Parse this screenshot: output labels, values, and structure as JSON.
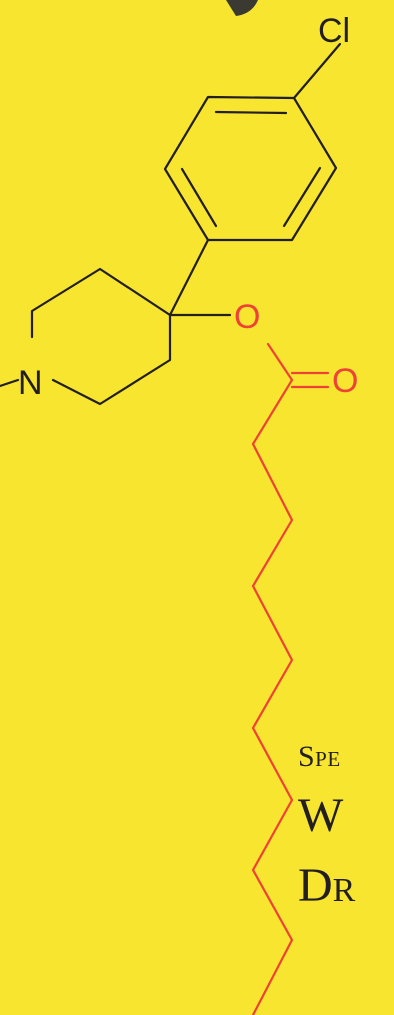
{
  "molecule": {
    "atoms": {
      "chlorine": "Cl",
      "ester_oxygen": "O",
      "carbonyl_oxygen": "O",
      "nitrogen": "N"
    },
    "colors": {
      "background": "#f7e52f",
      "skeleton": "#231f20",
      "chain": "#ef4136"
    }
  },
  "caption": {
    "line1": "Spe",
    "line2": "W",
    "line3": "Dr"
  }
}
